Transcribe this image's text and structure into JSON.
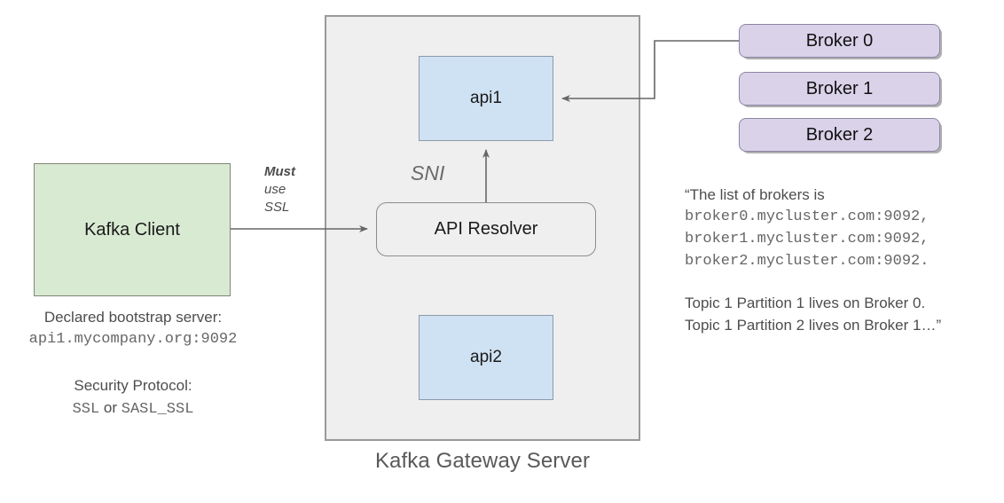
{
  "diagram": {
    "title": "Kafka Gateway Server",
    "colors": {
      "client_fill": "#d9ead3",
      "api_fill": "#cfe2f3",
      "broker_fill": "#d9d2e9",
      "container_fill": "#efefef",
      "line": "#666666",
      "text": "#4d4d4d"
    }
  },
  "gateway": {
    "caption": "Kafka Gateway Server",
    "sni_label": "SNI",
    "api_resolver_label": "API Resolver",
    "apis": [
      {
        "label": "api1"
      },
      {
        "label": "api2"
      }
    ]
  },
  "client": {
    "label": "Kafka Client",
    "edge_label_line1": "Must",
    "edge_label_line2": "use",
    "edge_label_line3": "SSL",
    "bootstrap_heading": "Declared bootstrap server:",
    "bootstrap_value": "api1.mycompany.org:9092",
    "security_heading": "Security Protocol:",
    "security_option_1": "SSL",
    "security_joiner": "or",
    "security_option_2": "SASL_SSL"
  },
  "brokers": [
    {
      "label": "Broker 0"
    },
    {
      "label": "Broker 1"
    },
    {
      "label": "Broker 2"
    }
  ],
  "broker_note": {
    "line1": "“The list of brokers is",
    "line2": "broker0.mycluster.com:9092,",
    "line3": "broker1.mycluster.com:9092,",
    "line4": "broker2.mycluster.com:9092.",
    "line5": "Topic 1 Partition 1 lives on Broker 0.",
    "line6": "Topic 1 Partition 2 lives on Broker 1…”"
  }
}
